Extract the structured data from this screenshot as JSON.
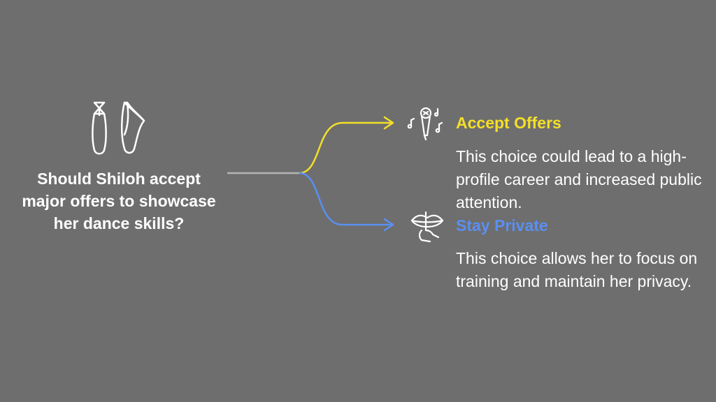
{
  "question": "Should Shiloh accept major offers to showcase her dance skills?",
  "icons": {
    "root": "ballet-shoes-icon",
    "accept": "microphone-music-notes-icon",
    "private": "lips-shush-icon"
  },
  "options": [
    {
      "title": "Accept Offers",
      "description": "This choice could lead to a high-profile career and increased public attention.",
      "color": "#f4df2a"
    },
    {
      "title": "Stay Private",
      "description": "This choice allows her to focus on training and maintain her privacy.",
      "color": "#5b8ff0"
    }
  ],
  "colors": {
    "background": "#6e6e6e",
    "stem": "#b4b4b4",
    "text": "#ffffff"
  }
}
